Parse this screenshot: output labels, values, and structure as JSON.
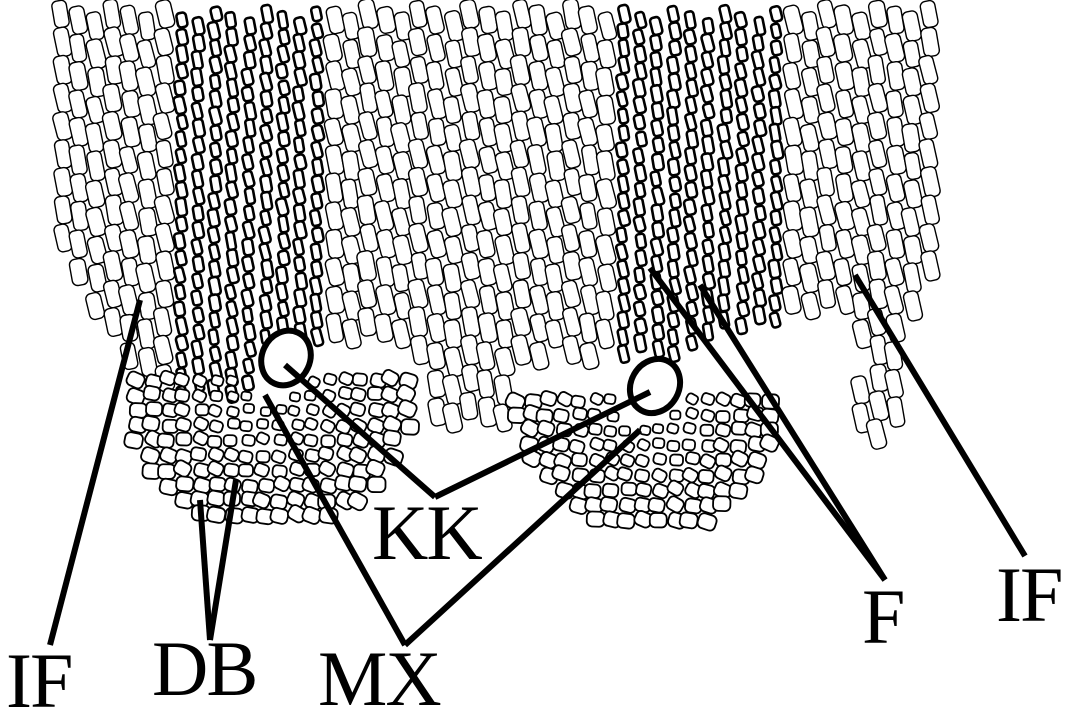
{
  "labels": {
    "if_left": "IF",
    "db": "DB",
    "mx": "MX",
    "kk": "KK",
    "f": "F",
    "if_right": "IF"
  },
  "colors": {
    "ink": "#000000",
    "cell_fill": "#ffffff",
    "background": "#ffffff"
  }
}
